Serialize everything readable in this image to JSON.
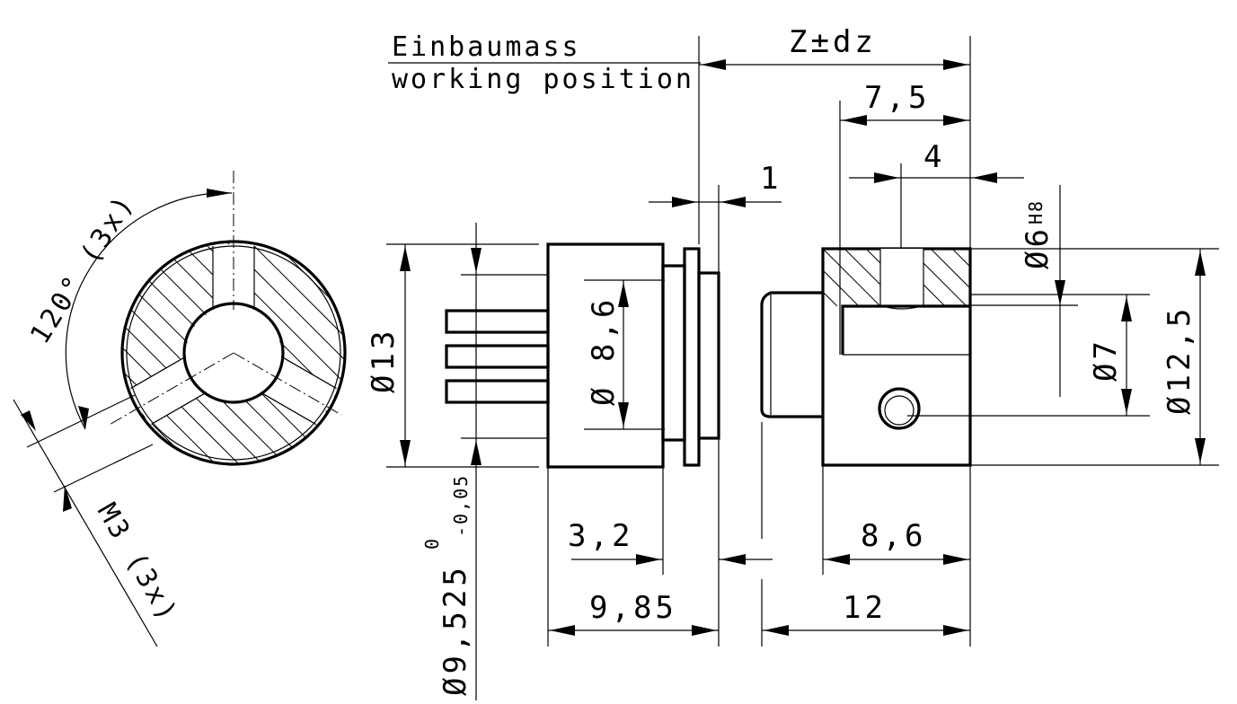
{
  "labels": {
    "einbaumass": "Einbaumass",
    "working_position": "working position",
    "angle": "120° (3x)",
    "thread": "M3 (3x)"
  },
  "dimensions": {
    "z_dz": "Z±dz",
    "d_7_5": "7,5",
    "d_4": "4",
    "d_1": "1",
    "d_6": "Ø6",
    "d_6_tol": "H8",
    "d_13": "Ø13",
    "d_8_6_dia": "Ø 8,6",
    "d_7": "Ø7",
    "d_12_5": "Ø12,5",
    "d_9_525": "Ø9,525",
    "d_9_525_upper": "0",
    "d_9_525_lower": "-0,05",
    "d_3_2": "3,2",
    "d_8_6": "8,6",
    "d_9_85": "9,85",
    "d_12": "12"
  }
}
